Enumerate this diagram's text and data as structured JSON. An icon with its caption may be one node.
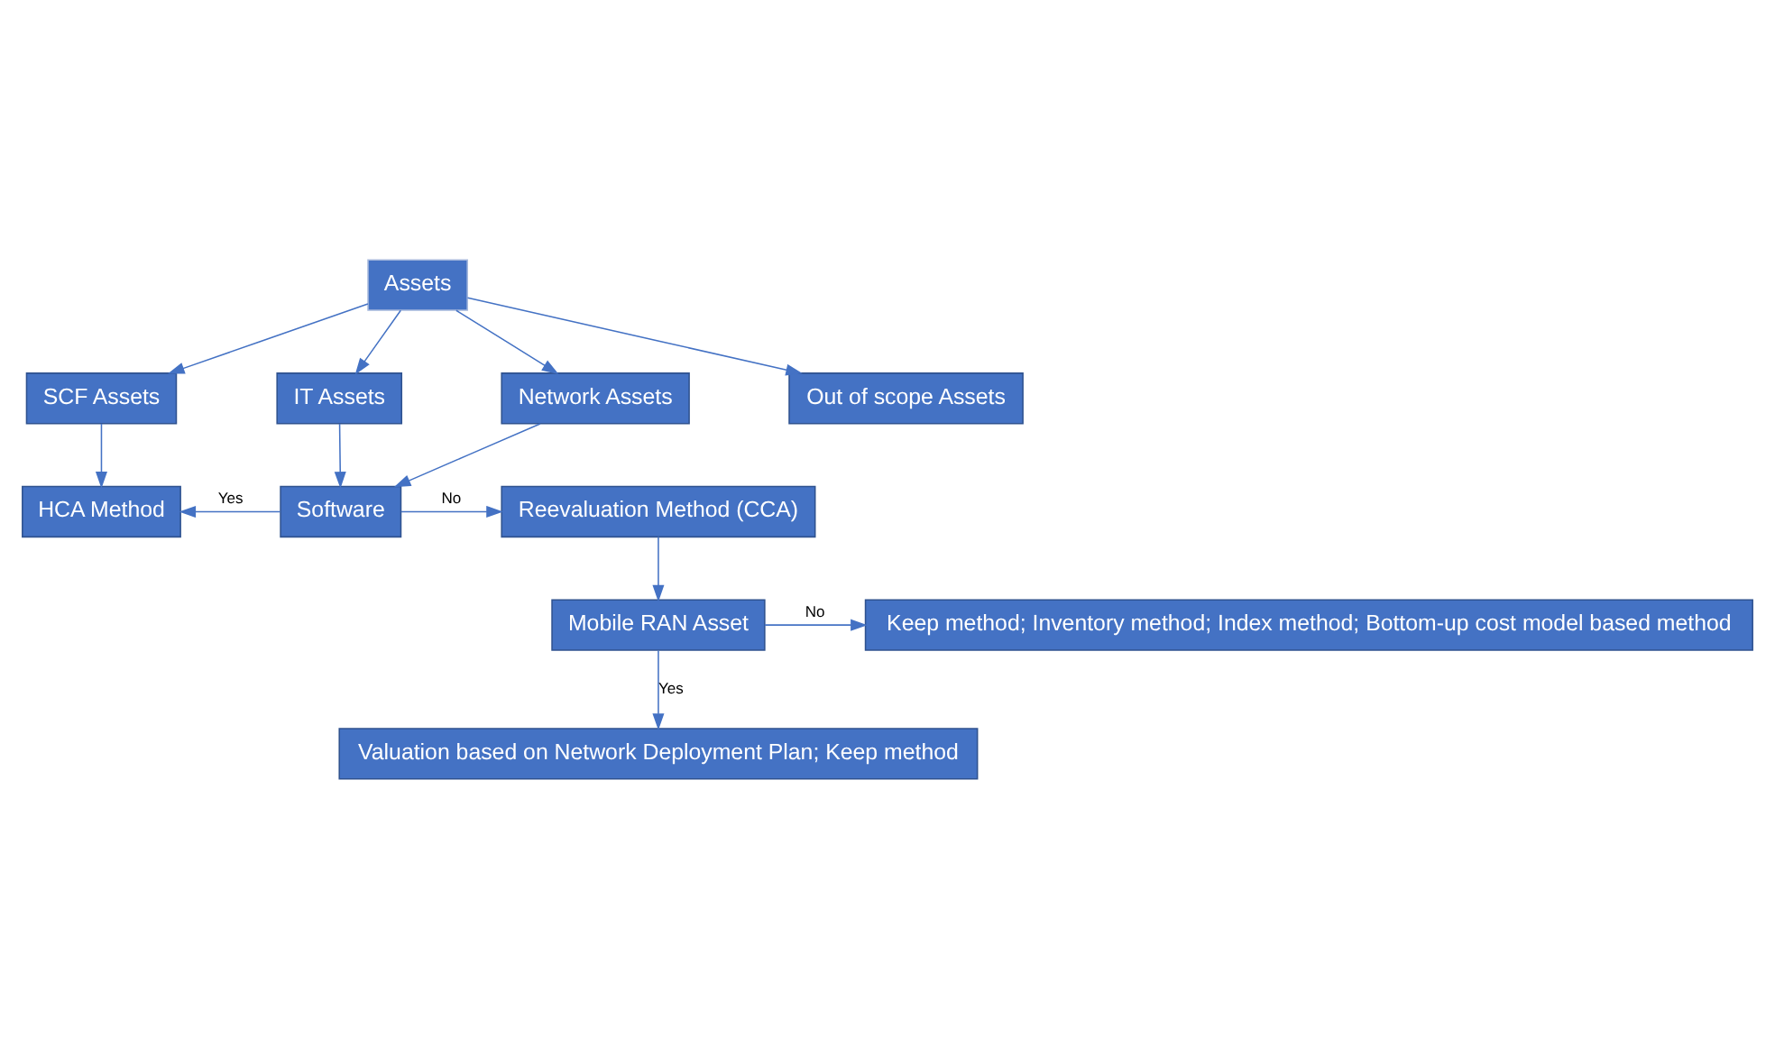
{
  "diagram": {
    "nodes": [
      {
        "text": [
          "Assets"
        ]
      },
      {
        "text": [
          "SCF Assets"
        ]
      },
      {
        "text": [
          "IT Assets"
        ]
      },
      {
        "text": [
          "Network Assets"
        ]
      },
      {
        "text": [
          "Out of scope Assets"
        ]
      },
      {
        "text": [
          "HCA Method"
        ]
      },
      {
        "text": [
          "Software"
        ]
      },
      {
        "text": [
          "Reevaluation Method (CCA)"
        ]
      },
      {
        "text": [
          "Keep method; Inventory method; Index method; Bottom-up cost model based method"
        ]
      },
      {
        "text": [
          "Mobile RAN Asset"
        ]
      },
      {
        "text": [
          "Valuation based on Network Deployment Plan; Keep method"
        ]
      }
    ],
    "edges": [
      {
        "from": 0,
        "to": 1,
        "arrow": "to"
      },
      {
        "from": 0,
        "to": 2,
        "arrow": "to"
      },
      {
        "from": 0,
        "to": 3,
        "arrow": "to"
      },
      {
        "from": 0,
        "to": 4,
        "arrow": "to"
      },
      {
        "from": 1,
        "to": 5,
        "arrow": "to"
      },
      {
        "from": 2,
        "to": 6,
        "arrow": "to"
      },
      {
        "from": 3,
        "to": 6,
        "arrow": "to"
      },
      {
        "from": 6,
        "to": 5,
        "arrow": "to",
        "label": "Yes"
      },
      {
        "from": 6,
        "to": 7,
        "arrow": "to",
        "label": "No"
      },
      {
        "from": 7,
        "to": 9,
        "arrow": "to"
      },
      {
        "from": 9,
        "to": 8,
        "arrow": "to",
        "label": "No"
      },
      {
        "from": 9,
        "to": 10,
        "arrow": "to",
        "label": "Yes"
      }
    ]
  }
}
